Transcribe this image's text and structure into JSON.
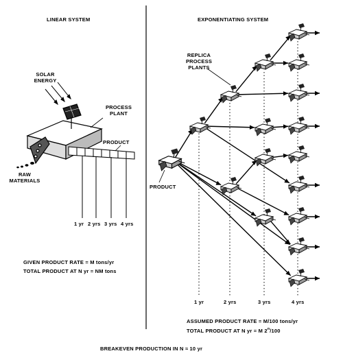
{
  "linear": {
    "title": "LINEAR SYSTEM",
    "solar_energy": [
      "SOLAR",
      "ENERGY"
    ],
    "process_plant": [
      "PROCESS",
      "PLANT"
    ],
    "product": "PRODUCT",
    "raw_materials": [
      "RAW",
      "MATERIALS"
    ],
    "year_labels": [
      "1 yr",
      "2 yrs",
      "3 yrs",
      "4 yrs"
    ],
    "given_rate": "GIVEN PRODUCT RATE = M tons/yr",
    "total_product": "TOTAL PRODUCT AT N yr = NM tons"
  },
  "exponential": {
    "title": "EXPONENTIATING SYSTEM",
    "replica_plants": [
      "REPLICA",
      "PROCESS",
      "PLANTS"
    ],
    "product": "PRODUCT",
    "year_labels": [
      "1 yr",
      "2 yrs",
      "3 yrs",
      "4 yrs"
    ],
    "assumed_rate": "ASSUMED PRODUCT RATE = M/100 tons/yr",
    "total_product_prefix": "TOTAL PRODUCT AT N yr = M 2",
    "total_product_exp": "n",
    "total_product_suffix": "/100"
  },
  "breakeven": "BREAKEVEN PRODUCTION IN N ≈ 10 yr"
}
